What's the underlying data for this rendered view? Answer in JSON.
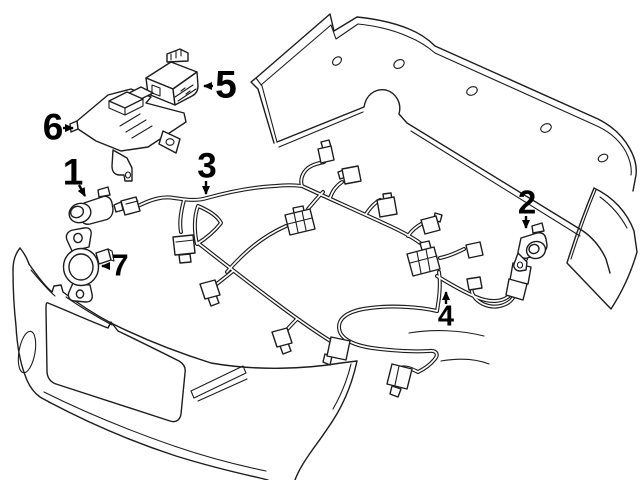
{
  "colors": {
    "background": "#ffffff",
    "line": "#1d1d1f",
    "callout_text": "#000000"
  },
  "callouts": [
    {
      "label": "1"
    },
    {
      "label": "2"
    },
    {
      "label": "3"
    },
    {
      "label": "4"
    },
    {
      "label": "5"
    },
    {
      "label": "6"
    },
    {
      "label": "7"
    }
  ]
}
